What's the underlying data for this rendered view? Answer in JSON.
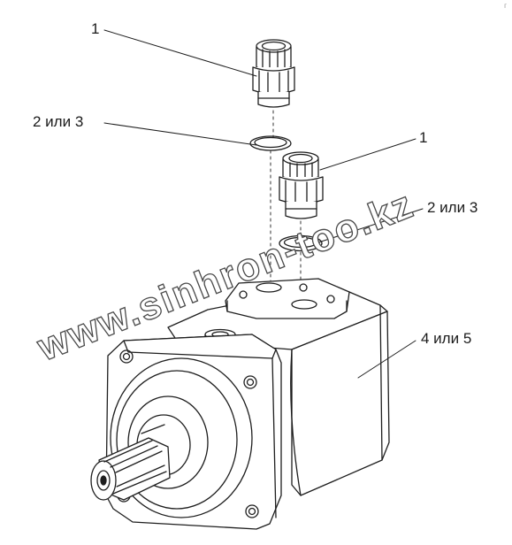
{
  "labels": {
    "fitting_top": "1",
    "seal_top": "2 или 3",
    "fitting_lower": "1",
    "seal_lower": "2 или 3",
    "motor": "4 или 5"
  },
  "corner_mark": "г",
  "watermark": "www.sinhron-too.kz"
}
